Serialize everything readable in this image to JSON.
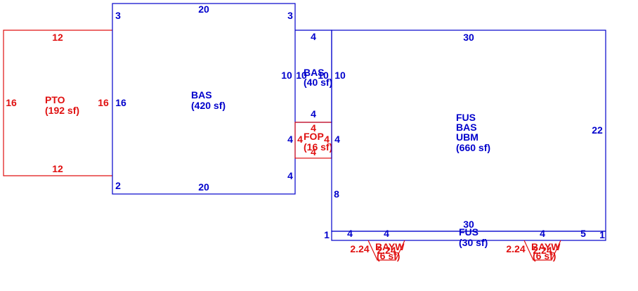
{
  "colors": {
    "living": "#0000cc",
    "exterior": "#e01010"
  },
  "areas": {
    "pto": {
      "label": "PTO",
      "size": "(192 sf)",
      "dims": {
        "top": "12",
        "bottom": "12",
        "left": "16",
        "right": "16"
      }
    },
    "bas_main": {
      "label": "BAS",
      "size": "(420 sf)",
      "dims": {
        "top": "20",
        "bottom": "20",
        "left": "16",
        "right_upper": "10",
        "right_lower": "4",
        "corner_top_left": "3",
        "corner_top_right": "3",
        "corner_bottom_left": "2"
      }
    },
    "bas_small": {
      "label": "BAS",
      "size": "(40 sf)",
      "dims": {
        "top": "4",
        "left": "10",
        "right": "10",
        "inner": "10"
      }
    },
    "fop": {
      "label": "FOP",
      "size": "(16 sf)",
      "dims": {
        "top": "4",
        "outer_top": "4",
        "left": "4",
        "right": "4",
        "outer_right": "4",
        "bottom": "4"
      }
    },
    "fus_main": {
      "line1": "FUS",
      "line2": "BAS",
      "line3": "UBM",
      "size": "(660 sf)",
      "dims": {
        "top": "30",
        "right": "22",
        "left": "8",
        "bottom": "30"
      }
    },
    "fus_strip": {
      "label": "FUS",
      "size": "(30 sf)",
      "dims": {
        "left": "1",
        "right": "1",
        "seg1": "4",
        "seg2": "4",
        "seg3": "4",
        "seg4": "5"
      }
    },
    "baw_left": {
      "label": "BAYW",
      "size": "(6 sf)",
      "dim": "2.24",
      "inner": "2.24"
    },
    "baw_right": {
      "label": "BAYW",
      "size": "(6 sf)",
      "dim": "2.24",
      "inner": "2.24"
    }
  }
}
